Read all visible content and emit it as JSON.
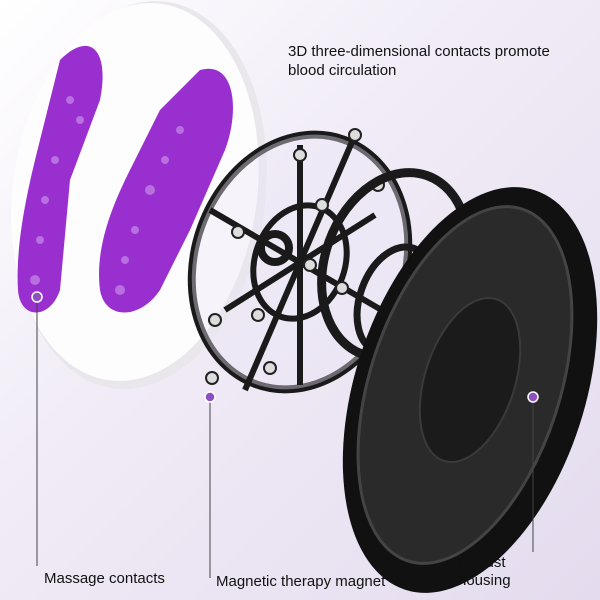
{
  "headline": "3D three-dimensional contacts promote blood circulation",
  "labels": {
    "massage": "Massage contacts",
    "magnet": "Magnetic therapy magnet",
    "housing": "Robust housing"
  },
  "colors": {
    "purple": "#9a2fd0",
    "dot": "#8e4fc0",
    "black": "#1a1a1a"
  }
}
